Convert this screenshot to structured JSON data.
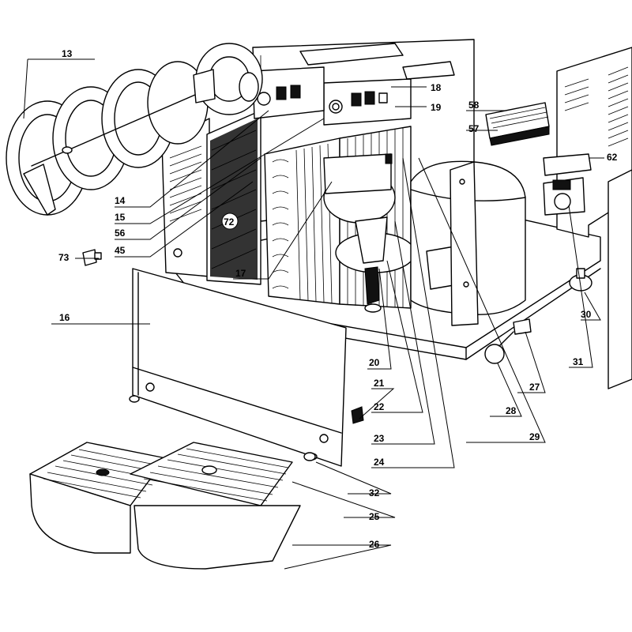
{
  "labels": {
    "p13": "13",
    "p14": "14",
    "p15": "15",
    "p56": "56",
    "p45": "45",
    "p73": "73",
    "p16": "16",
    "p17": "17",
    "p72": "72",
    "p20": "20",
    "p18": "18",
    "p19": "19",
    "p58": "58",
    "p57": "57",
    "p62": "62",
    "p30": "30",
    "p31": "31",
    "p27": "27",
    "p28": "28",
    "p29": "29",
    "p21": "21",
    "p22": "22",
    "p23": "23",
    "p24": "24",
    "p32": "32",
    "p25": "25",
    "p26": "26"
  }
}
